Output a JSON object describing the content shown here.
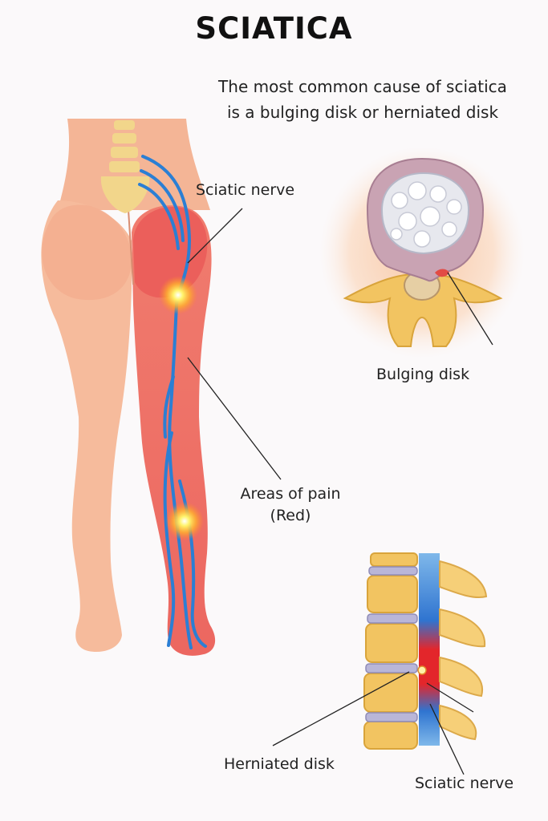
{
  "title": "SCIATICA",
  "subtitle": {
    "line1": "The most common cause of sciatica",
    "line2": "is a bulging disk or herniated disk"
  },
  "labels": {
    "sciatic_nerve_top": "Sciatic nerve",
    "bulging_disk": "Bulging disk",
    "areas_of_pain_line1": "Areas of pain",
    "areas_of_pain_line2": "(Red)",
    "herniated_disk": "Herniated disk",
    "sciatic_nerve_bottom": "Sciatic nerve"
  },
  "colors": {
    "skin": "#f6b99a",
    "pain_red": "#ee5a5a",
    "nerve_blue": "#2b7fd4",
    "bone": "#f2c461",
    "disk": "#b9b6d8",
    "pain_point": "#ffe14a"
  }
}
